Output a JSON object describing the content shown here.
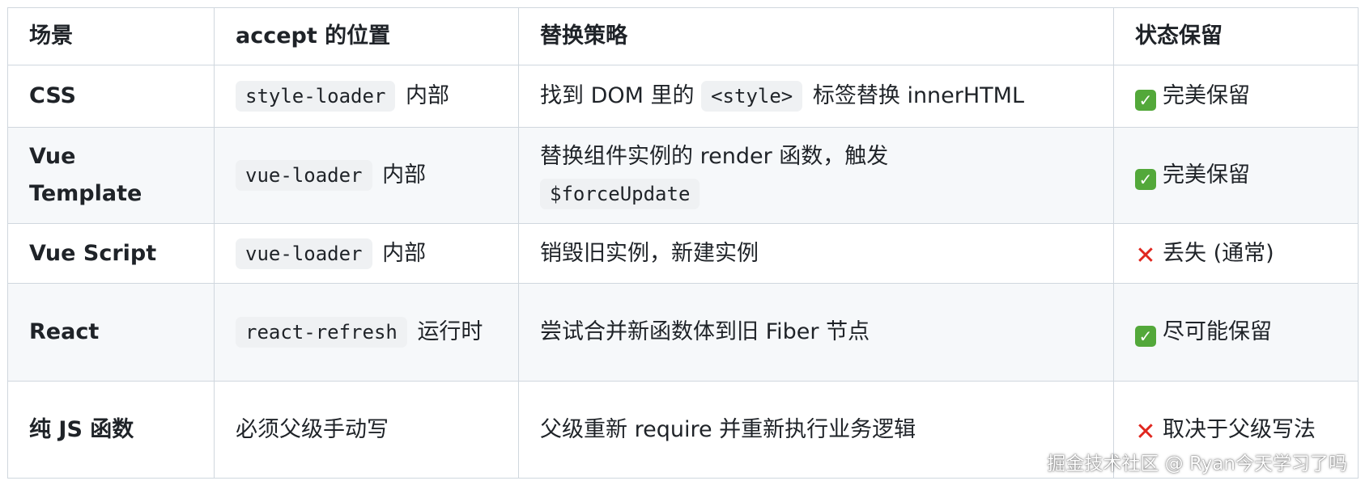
{
  "table": {
    "headers": [
      "场景",
      "accept 的位置",
      "替换策略",
      "状态保留"
    ],
    "rows": [
      {
        "scene": "CSS",
        "accept_code": "style-loader",
        "accept_text": "内部",
        "strategy_before": "找到 DOM 里的",
        "strategy_code": "<style>",
        "strategy_after": "标签替换 innerHTML",
        "status_icon": "check-icon",
        "status": "完美保留"
      },
      {
        "scene": "Vue Template",
        "accept_code": "vue-loader",
        "accept_text": "内部",
        "strategy_before": "替换组件实例的 render 函数，触发",
        "strategy_code": "$forceUpdate",
        "status_icon": "check-icon",
        "status": "完美保留"
      },
      {
        "scene": "Vue Script",
        "accept_code": "vue-loader",
        "accept_text": "内部",
        "strategy_before": "销毁旧实例，新建实例",
        "status_icon": "cross-icon",
        "status": "丢失 (通常)"
      },
      {
        "scene": "React",
        "accept_code": "react-refresh",
        "accept_text": "运行时",
        "strategy_before": "尝试合并新函数体到旧 Fiber 节点",
        "status_icon": "check-icon",
        "status": "尽可能保留"
      },
      {
        "scene": "纯 JS 函数",
        "accept_text": "必须父级手动写",
        "strategy_before": "父级重新 require 并重新执行业务逻辑",
        "status_icon": "cross-icon",
        "status": "取决于父级写法"
      }
    ]
  },
  "icons": {
    "check": "✓",
    "cross": "✕"
  },
  "colors": {
    "check_bg": "#53a83a",
    "cross": "#e0271f",
    "code_bg": "#eff1f3",
    "row_alt_bg": "#f6f8fa",
    "border": "#d0d7de"
  },
  "watermark": "掘金技术社区 @ Ryan今天学习了吗"
}
